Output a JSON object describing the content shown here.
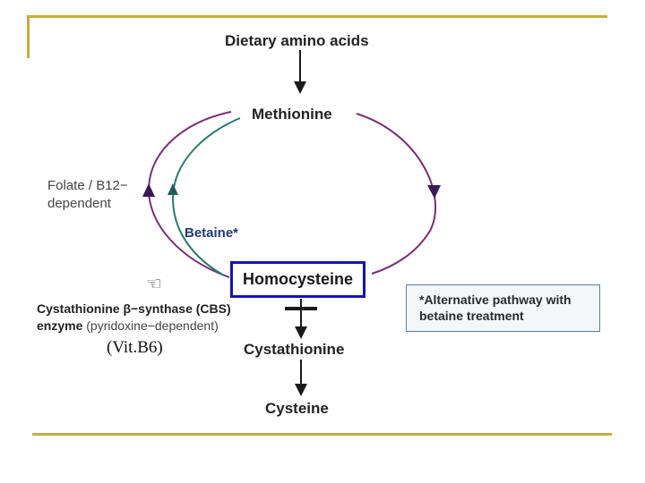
{
  "colors": {
    "frame": "#c8ab3c",
    "cycle_arc": "#7a2e78",
    "betaine_arc": "#2a7a72",
    "highlight_box": "#1414b4",
    "note_border": "#5a7f9c"
  },
  "nodes": {
    "dietary": "Dietary amino acids",
    "methionine": "Methionine",
    "betaine": "Betaine*",
    "homocysteine": "Homocysteine",
    "cystathionine": "Cystathionine",
    "cysteine": "Cysteine"
  },
  "folate_label": {
    "line1": "Folate / B12−",
    "line2": "dependent"
  },
  "cbs_label": {
    "line1": "Cystathionine β−synthase (CBS)",
    "line2_bold": "enzyme",
    "line2_rest": " (pyridoxine−dependent)"
  },
  "vit_label": "(Vit.B6)",
  "note": {
    "line1": "*Alternative pathway with",
    "line2": "betaine treatment"
  },
  "icons": {
    "pointer": "pointing-hand-icon"
  }
}
